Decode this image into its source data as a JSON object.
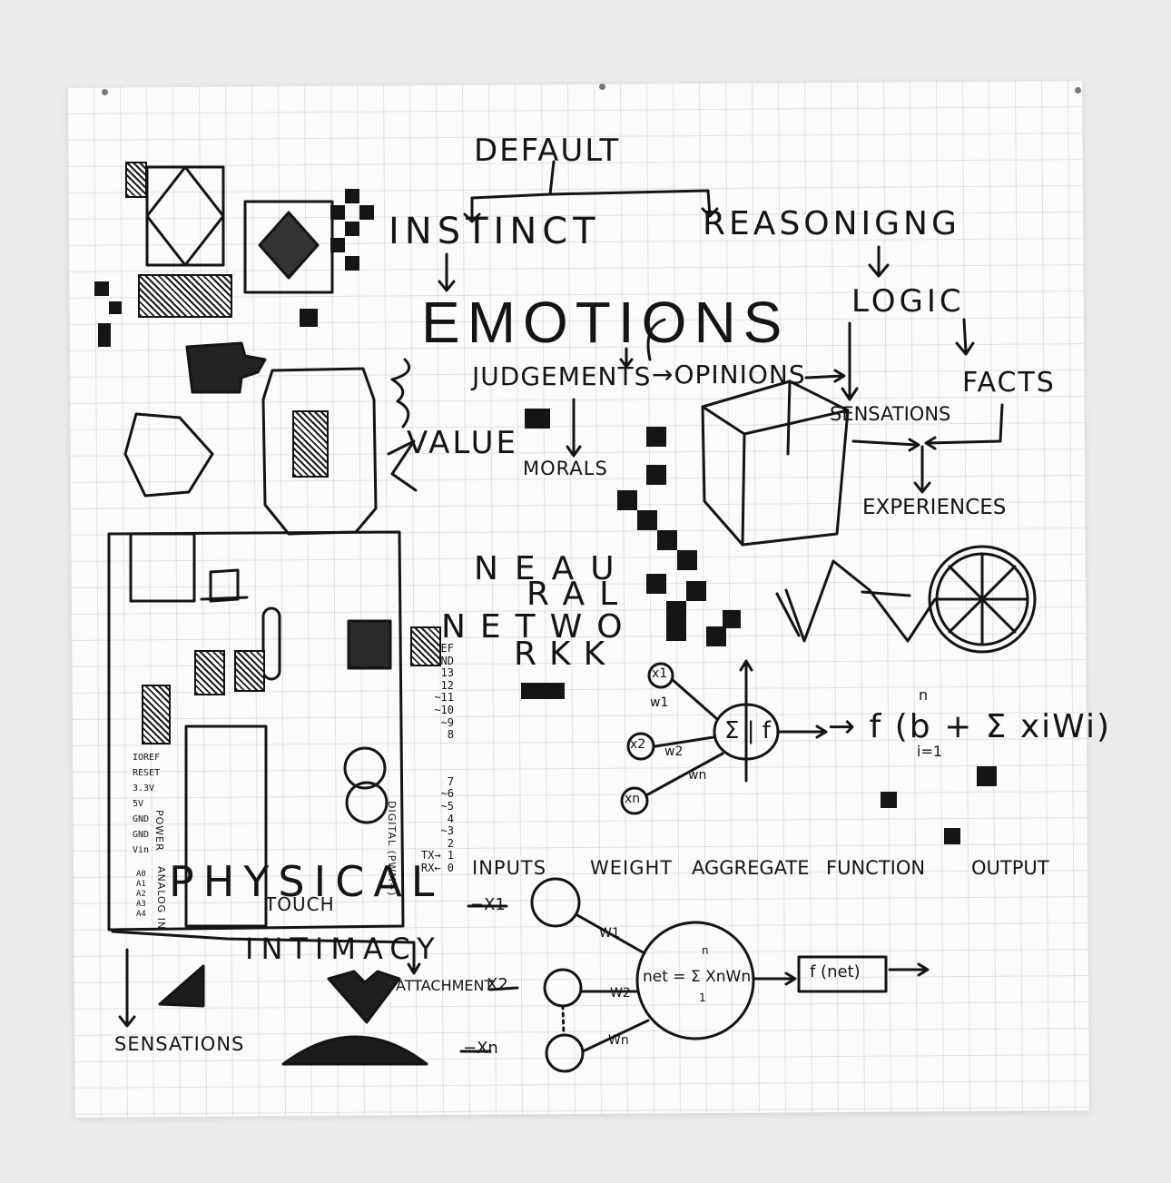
{
  "artwork": {
    "labels": {
      "default": "DEFAULT",
      "instinct": "INSTINCT",
      "reasoning": "REASONIGNG",
      "emotions": "EMOTIONS",
      "logic": "LOGIC",
      "judgements": "JUDGEMENTS",
      "opinions": "→OPINIONS",
      "facts": "FACTS",
      "sensations_top": "SENSATIONS",
      "value": "VALUE",
      "morals": "MORALS",
      "experiences": "EXPERIENCES",
      "neural_row1": "NEAU",
      "neural_row2": "RAL",
      "network_row1": "NETWO",
      "network_row2": "RKK",
      "physical": "PHYSICAL",
      "touch": "TOUCH",
      "intimacy": "INTIMACY",
      "attachment": "ATTACHMENT",
      "sensations_bottom": "SENSATIONS"
    },
    "perceptron": {
      "inputs": [
        "x1",
        "x2",
        "xn"
      ],
      "weights": [
        "w1",
        "w2",
        "wn"
      ],
      "node": "Σ | f",
      "output": "→ f (b + Σ xiWi)",
      "sum_upper": "n",
      "sum_lower": "i=1"
    },
    "diagram": {
      "headers": [
        "INPUTS",
        "WEIGHT",
        "AGGREGATE",
        "FUNCTION",
        "OUTPUT"
      ],
      "inputs": [
        "−X1",
        "X2",
        "−Xn"
      ],
      "weights": [
        "W1",
        "W2",
        "Wn"
      ],
      "net": "net = Σ XnWn",
      "sum_upper": "n",
      "sum_lower": "1",
      "function": "f (net)"
    },
    "board": {
      "power_pins": [
        "IOREF",
        "RESET",
        "3.3V",
        "5V",
        "GND",
        "GND",
        "Vin"
      ],
      "analog_pins": [
        "A0",
        "A1",
        "A2",
        "A3",
        "A4"
      ],
      "power_label": "POWER",
      "analog_label": "ANALOG IN",
      "digital_pins": [
        "AREF",
        "GND",
        "13",
        "12",
        "~11",
        "~10",
        "~9",
        "8",
        "7",
        "~6",
        "~5",
        "4",
        "~3",
        "2",
        "TX→ 1",
        "RX← 0"
      ],
      "digital_label": "DIGITAL (PWM~)"
    }
  }
}
